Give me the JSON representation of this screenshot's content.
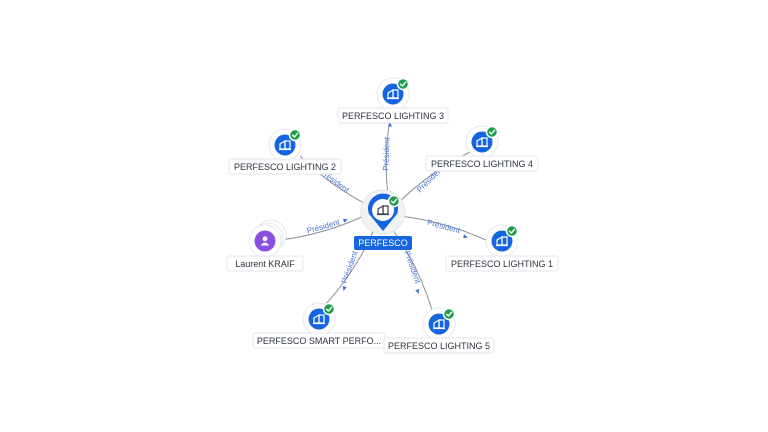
{
  "center": {
    "label": "PERFESCO",
    "icon": "building-icon",
    "verified": true
  },
  "nodes": [
    {
      "id": "lighting3",
      "label": "PERFESCO LIGHTING 3",
      "icon": "building-icon",
      "verified": true,
      "edge_label": "Président"
    },
    {
      "id": "lighting2",
      "label": "PERFESCO LIGHTING 2",
      "icon": "building-icon",
      "verified": true,
      "edge_label": "Président"
    },
    {
      "id": "lighting4",
      "label": "PERFESCO LIGHTING 4",
      "icon": "building-icon",
      "verified": true,
      "edge_label": "Président"
    },
    {
      "id": "kraif",
      "label": "Laurent KRAIF",
      "icon": "person-icon",
      "verified": false,
      "edge_label": "Président"
    },
    {
      "id": "lighting1",
      "label": "PERFESCO LIGHTING 1",
      "icon": "building-icon",
      "verified": true,
      "edge_label": "Président"
    },
    {
      "id": "smart",
      "label": "PERFESCO SMART PERFO...",
      "icon": "building-icon",
      "verified": true,
      "edge_label": "Président"
    },
    {
      "id": "lighting5",
      "label": "PERFESCO LIGHTING 5",
      "icon": "building-icon",
      "verified": true,
      "edge_label": "Président"
    }
  ],
  "colors": {
    "company": "#1565e0",
    "person": "#8a4fe0",
    "verified": "#1f9d4a",
    "edge_label": "#4a76d6",
    "edge": "#8a909c"
  }
}
